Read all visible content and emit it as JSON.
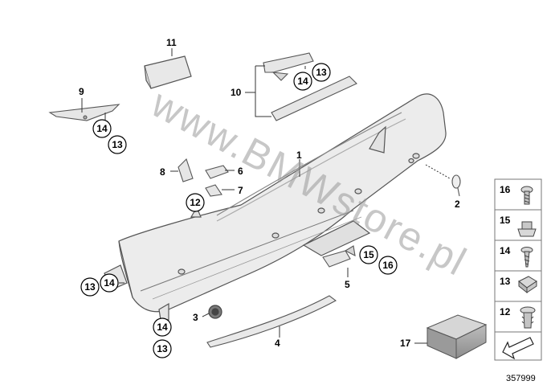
{
  "diagram": {
    "watermark": "www.BMWstore.pl",
    "doc_number": "357999",
    "part_numbers": {
      "p1": "1",
      "p2": "2",
      "p3": "3",
      "p4": "4",
      "p5": "5",
      "p6": "6",
      "p7": "7",
      "p8": "8",
      "p9": "9",
      "p10": "10",
      "p11": "11"
    },
    "circle_numbers": {
      "c14_top": "14",
      "c13_top": "13",
      "c14_left": "14",
      "c13_left": "13",
      "c12": "12",
      "c15": "15",
      "c16": "16",
      "c13_bl": "13",
      "c14_bl": "14",
      "c14_bot": "14",
      "c13_bot": "13"
    },
    "legend": [
      {
        "num": "16",
        "icon": "torx-screw-icon"
      },
      {
        "num": "15",
        "icon": "spring-nut-icon"
      },
      {
        "num": "14",
        "icon": "screw-icon"
      },
      {
        "num": "13",
        "icon": "clip-nut-icon"
      },
      {
        "num": "12",
        "icon": "expanding-rivet-icon"
      }
    ],
    "kit_label": "17"
  }
}
